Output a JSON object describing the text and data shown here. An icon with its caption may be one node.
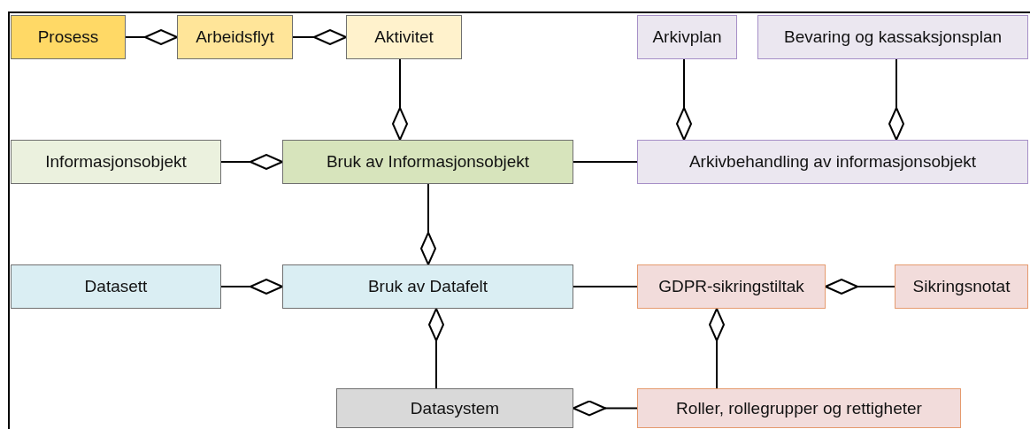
{
  "diagram": {
    "nodes": [
      {
        "text": [
          "Prosess"
        ]
      },
      {
        "text": [
          "Arbeidsflyt"
        ]
      },
      {
        "text": [
          "Aktivitet"
        ]
      },
      {
        "text": [
          "Arkivplan"
        ]
      },
      {
        "text": [
          "Bevaring og kassaksjonsplan"
        ]
      },
      {
        "text": [
          "Informasjonsobjekt"
        ]
      },
      {
        "text": [
          "Bruk av Informasjonsobjekt"
        ]
      },
      {
        "text": [
          "Arkivbehandling av informasjonsobjekt"
        ]
      },
      {
        "text": [
          "Datasett"
        ]
      },
      {
        "text": [
          "Bruk av Datafelt"
        ]
      },
      {
        "text": [
          "GDPR-sikringstiltak"
        ]
      },
      {
        "text": [
          "Sikringsnotat"
        ]
      },
      {
        "text": [
          "Datasystem"
        ]
      },
      {
        "text": [
          "Roller, rollegrupper og rettigheter"
        ]
      }
    ],
    "edges": [
      {
        "from": 0,
        "to": 1,
        "arrow": "other"
      },
      {
        "from": 1,
        "to": 2,
        "arrow": "other"
      },
      {
        "from": 2,
        "to": 6,
        "arrow": "other"
      },
      {
        "from": 3,
        "to": 7,
        "arrow": "other"
      },
      {
        "from": 4,
        "to": 7,
        "arrow": "other"
      },
      {
        "from": 5,
        "to": 6,
        "arrow": "other"
      },
      {
        "from": 6,
        "to": 7,
        "arrow": "none"
      },
      {
        "from": 6,
        "to": 9,
        "arrow": "other"
      },
      {
        "from": 8,
        "to": 9,
        "arrow": "other"
      },
      {
        "from": 9,
        "to": 10,
        "arrow": "none"
      },
      {
        "from": 11,
        "to": 10,
        "arrow": "other"
      },
      {
        "from": 12,
        "to": 9,
        "arrow": "other"
      },
      {
        "from": 13,
        "to": 10,
        "arrow": "other"
      },
      {
        "from": 13,
        "to": 12,
        "arrow": "other"
      }
    ]
  }
}
